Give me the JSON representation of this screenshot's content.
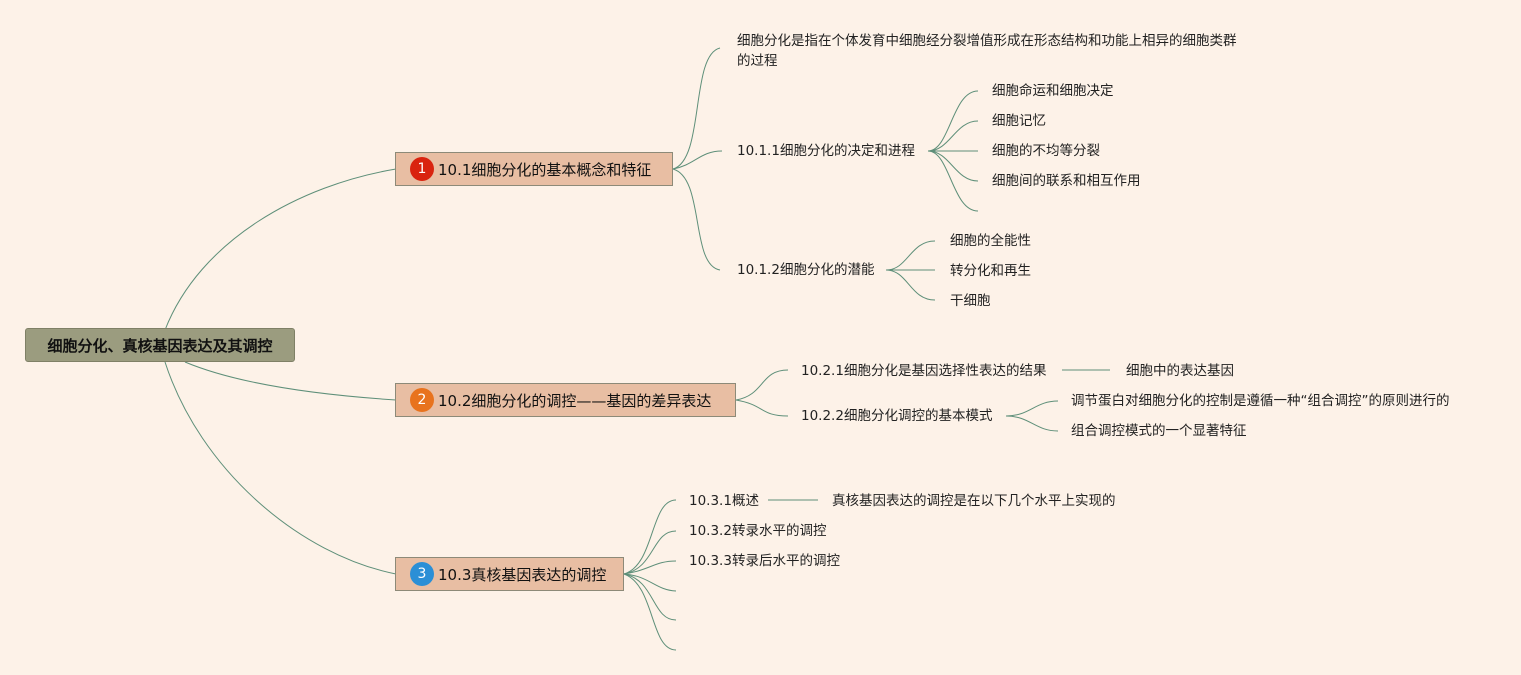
{
  "root": {
    "label": "细胞分化、真核基因表达及其调控"
  },
  "branches": [
    {
      "number": "1",
      "color": "#d9230f",
      "label": "10.1细胞分化的基本概念和特征",
      "children": [
        {
          "label": "细胞分化是指在个体发育中细胞经分裂增值形成在形态结构和功能上相异的细胞类群的过程"
        },
        {
          "label": "10.1.1细胞分化的决定和进程",
          "children": [
            "细胞命运和细胞决定",
            "细胞记忆",
            "细胞的不均等分裂",
            "细胞间的联系和相互作用"
          ]
        },
        {
          "label": "10.1.2细胞分化的潜能",
          "children": [
            "细胞的全能性",
            "转分化和再生",
            "干细胞"
          ]
        }
      ]
    },
    {
      "number": "2",
      "color": "#e8731e",
      "label": "10.2细胞分化的调控——基因的差异表达",
      "children": [
        {
          "label": "10.2.1细胞分化是基因选择性表达的结果",
          "children": [
            "细胞中的表达基因"
          ]
        },
        {
          "label": "10.2.2细胞分化调控的基本模式",
          "children": [
            "调节蛋白对细胞分化的控制是遵循一种“组合调控”的原则进行的",
            "组合调控模式的一个显著特征"
          ]
        }
      ]
    },
    {
      "number": "3",
      "color": "#2b8fd6",
      "label": "10.3真核基因表达的调控",
      "children": [
        {
          "label": "10.3.1概述",
          "children": [
            "真核基因表达的调控是在以下几个水平上实现的"
          ]
        },
        {
          "label": "10.3.2转录水平的调控"
        },
        {
          "label": "10.3.3转录后水平的调控"
        }
      ]
    }
  ]
}
